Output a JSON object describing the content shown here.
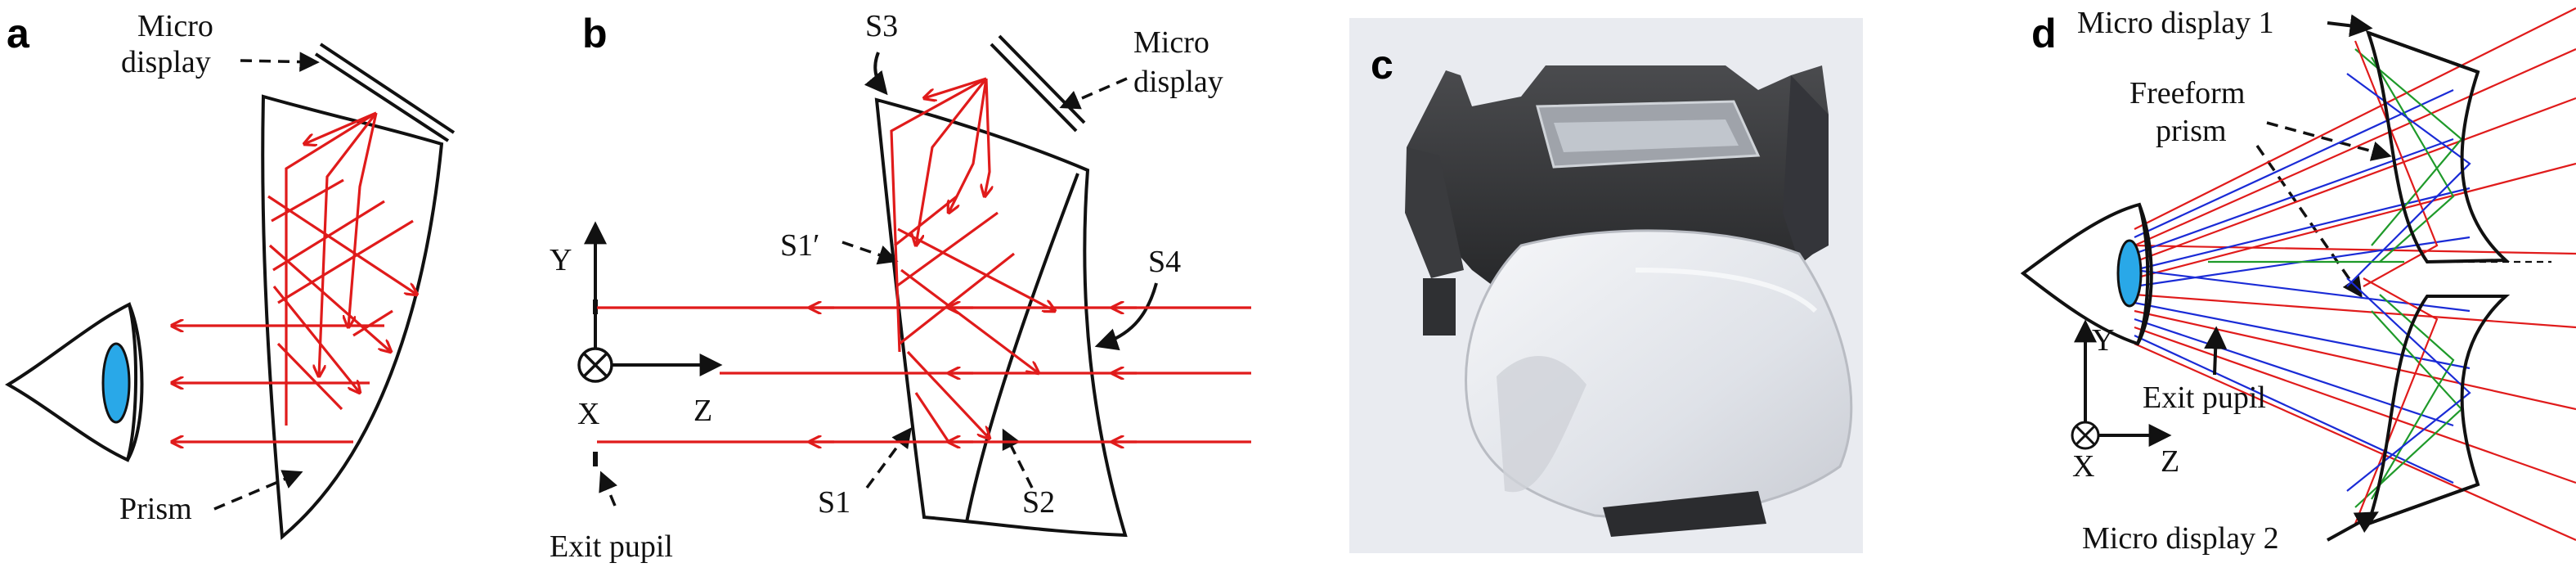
{
  "panels": {
    "a": {
      "letter": "a",
      "micro_display_1": "Micro",
      "micro_display_2": "display",
      "prism": "Prism"
    },
    "b": {
      "letter": "b",
      "micro_display_1": "Micro",
      "micro_display_2": "display",
      "s1": "S1",
      "s1_prime": "S1′",
      "s2": "S2",
      "s3": "S3",
      "s4": "S4",
      "axis_y": "Y",
      "axis_x": "X",
      "axis_z": "Z",
      "exit_pupil": "Exit pupil"
    },
    "c": {
      "letter": "c"
    },
    "d": {
      "letter": "d",
      "micro_display_1": "Micro display 1",
      "micro_display_2": "Micro display 2",
      "freeform_1": "Freeform",
      "freeform_2": "prism",
      "exit_pupil": "Exit pupil",
      "axis_y": "Y",
      "axis_x": "X",
      "axis_z": "Z"
    }
  },
  "colors": {
    "ray": "#e01b1b",
    "ray_green": "#1f9a2a",
    "ray_blue": "#1a2bd6",
    "eye_lens": "#29a8e8",
    "photo_bg": "#e9ebf0"
  }
}
